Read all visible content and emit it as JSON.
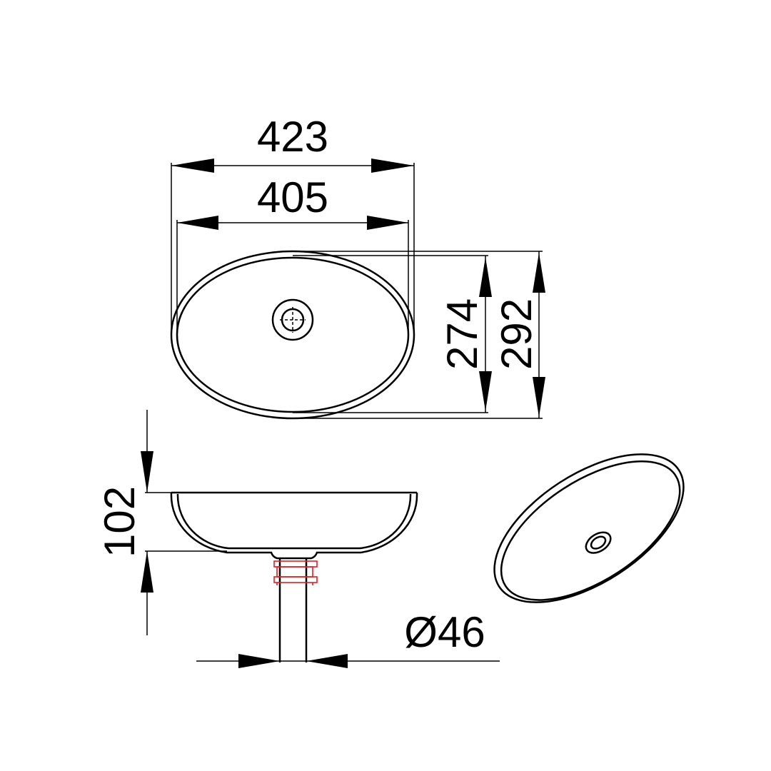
{
  "dimensions": {
    "outer_width": "423",
    "inner_width": "405",
    "inner_depth": "274",
    "outer_depth": "292",
    "height": "102",
    "drain_diameter": "Ø46"
  },
  "colors": {
    "line": "#000000",
    "drain_connector": "#e02020",
    "background": "#ffffff"
  },
  "views": [
    "top-view",
    "side-view",
    "perspective-view"
  ]
}
